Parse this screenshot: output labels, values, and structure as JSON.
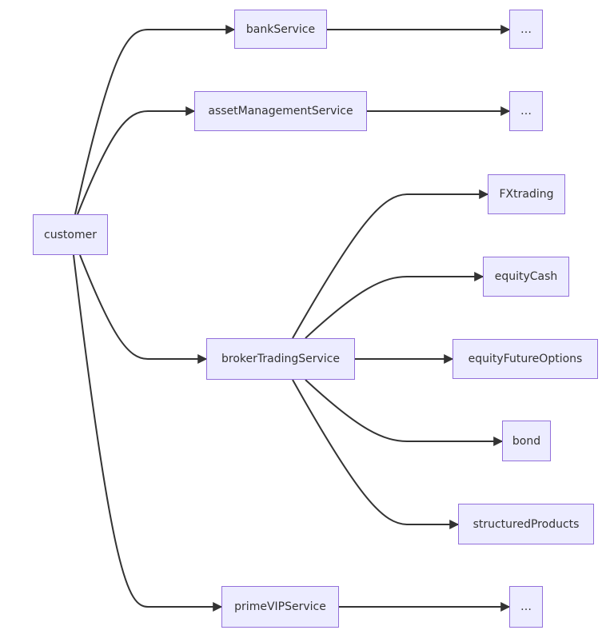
{
  "nodes": {
    "customer": "customer",
    "bankService": "bankService",
    "assetManagementService": "assetManagementService",
    "brokerTradingService": "brokerTradingService",
    "primeVIPService": "primeVIPService",
    "bankMore": "…",
    "assetMore": "…",
    "primeMore": "…",
    "fxTrading": "FXtrading",
    "equityCash": "equityCash",
    "equityFutureOptions": "equityFutureOptions",
    "bond": "bond",
    "structuredProducts": "structuredProducts"
  },
  "colors": {
    "node_fill": "#ececff",
    "node_border": "#9370db",
    "edge": "#333333",
    "text": "#333333"
  }
}
